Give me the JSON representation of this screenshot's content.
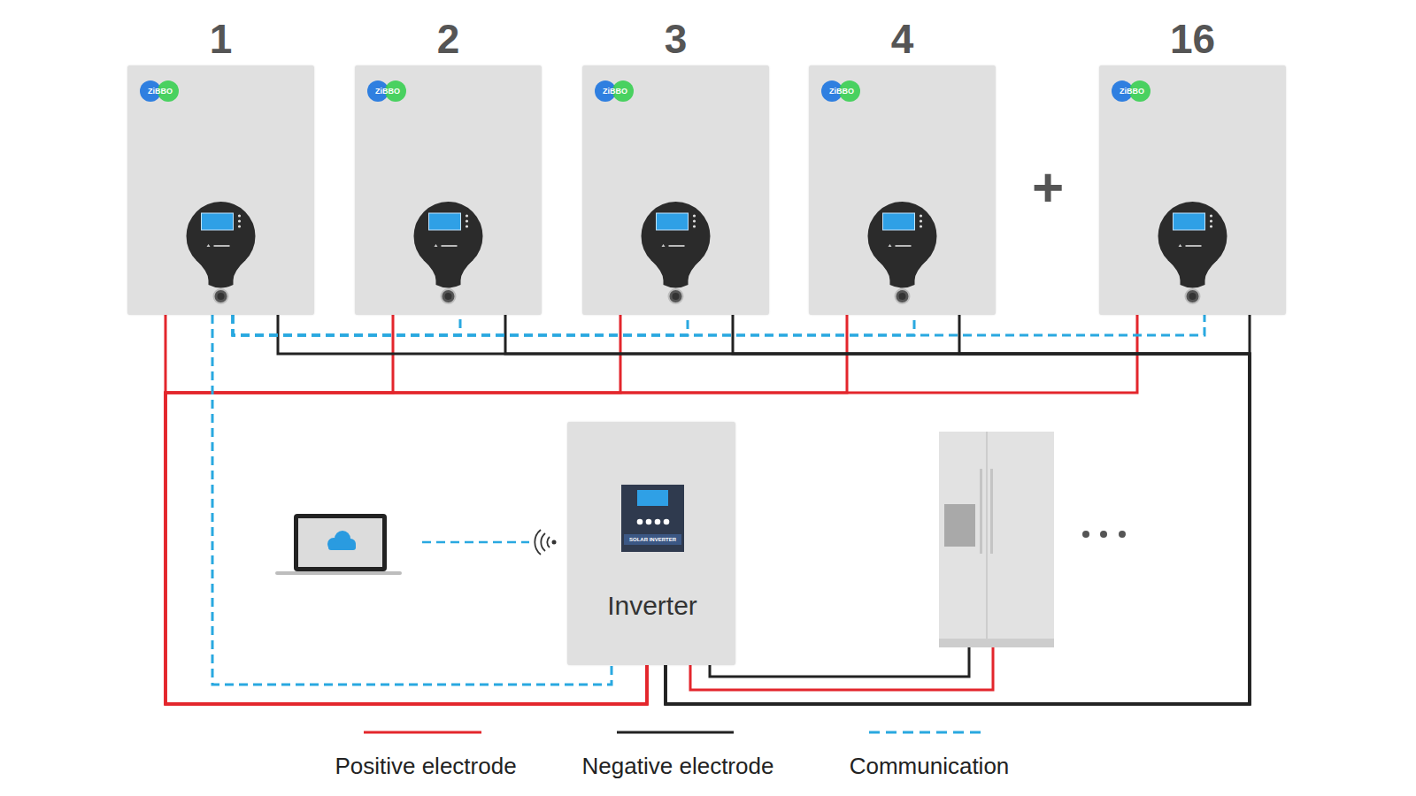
{
  "diagram": {
    "nodes": [
      {
        "text": [
          "1",
          "ZiBBO"
        ]
      },
      {
        "text": [
          "2",
          "ZiBBO"
        ]
      },
      {
        "text": [
          "3",
          "ZiBBO"
        ]
      },
      {
        "text": [
          "4",
          "ZiBBO"
        ]
      },
      {
        "text": [
          "16",
          "ZiBBO"
        ]
      },
      {
        "text": [
          "SOLAR INVERTER",
          "Inverter"
        ]
      }
    ],
    "edges": [
      {
        "from": 0,
        "to": 5,
        "arrow": "none"
      },
      {
        "from": 1,
        "to": 5,
        "arrow": "none"
      },
      {
        "from": 2,
        "to": 5,
        "arrow": "none"
      },
      {
        "from": 3,
        "to": 5,
        "arrow": "none"
      },
      {
        "from": 4,
        "to": 5,
        "arrow": "none"
      },
      {
        "from": 0,
        "to": 5,
        "arrow": "none"
      },
      {
        "from": 1,
        "to": 5,
        "arrow": "none"
      },
      {
        "from": 2,
        "to": 5,
        "arrow": "none"
      },
      {
        "from": 3,
        "to": 5,
        "arrow": "none"
      },
      {
        "from": 4,
        "to": 5,
        "arrow": "none"
      },
      {
        "from": 0,
        "to": 1,
        "arrow": "none"
      },
      {
        "from": 0,
        "to": 2,
        "arrow": "none"
      },
      {
        "from": 0,
        "to": 3,
        "arrow": "none"
      },
      {
        "from": 0,
        "to": 4,
        "arrow": "none"
      },
      {
        "from": 0,
        "to": 5,
        "arrow": "none"
      }
    ],
    "labels": [
      "+"
    ],
    "legend": [
      {
        "text": "Positive electrode"
      },
      {
        "text": "Negative electrode"
      },
      {
        "text": "Communication"
      }
    ]
  }
}
